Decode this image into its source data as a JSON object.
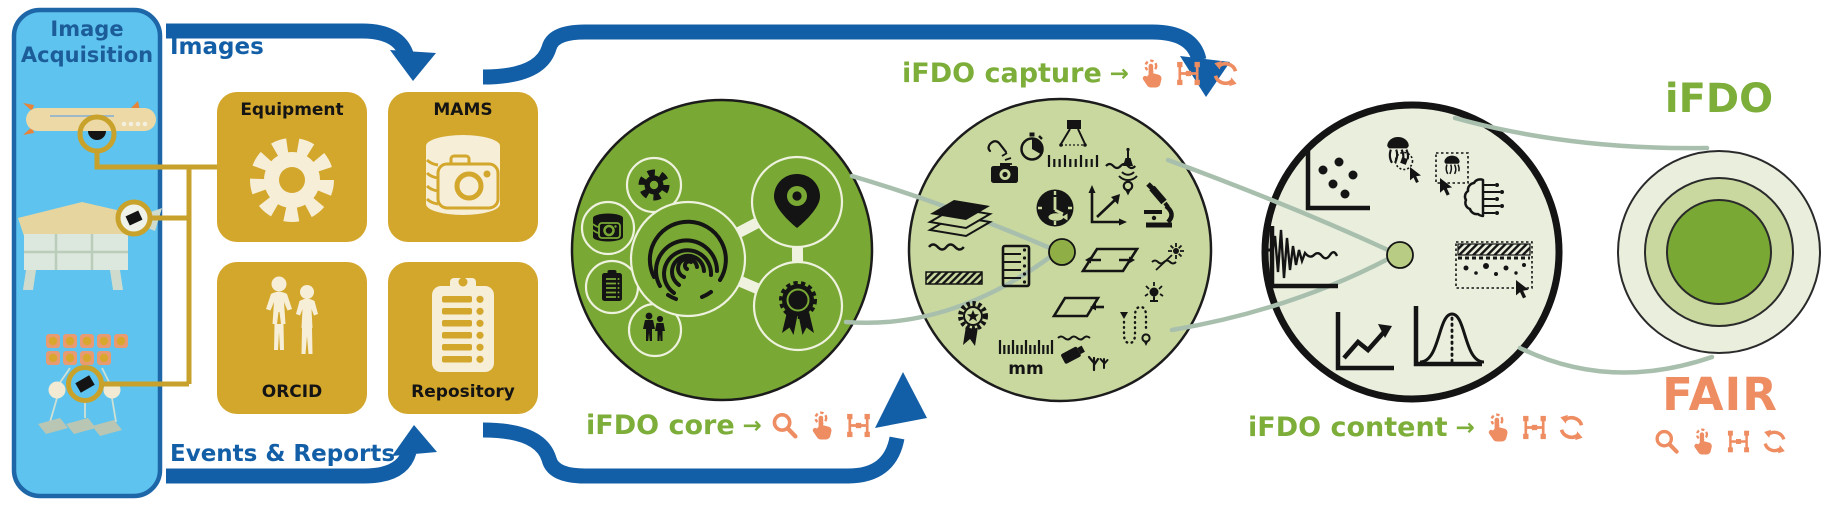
{
  "palette": {
    "panel_blue": "#5ec3ee",
    "blue": "#135fa7",
    "panel_border": "#1d66a8",
    "yellow": "#d3a62c",
    "cream": "#f6eed6",
    "green": "#79a834",
    "green_light": "#c9d89f",
    "green_pale": "#e9eedd",
    "label_green": "#7cae39",
    "orange": "#ee8c62",
    "sage": "#a8bfad",
    "ink": "#141414"
  },
  "panel": {
    "title": "Image Acquisition",
    "illustrations": [
      "auv",
      "lander",
      "camera-mooring"
    ]
  },
  "flows": {
    "images": "Images",
    "events_reports": "Events & Reports"
  },
  "boxes": {
    "equipment": "Equipment",
    "mams": "MAMS",
    "orcid": "ORCID",
    "repository": "Repository"
  },
  "stages": {
    "core": {
      "label": "iFDO core",
      "arrow": "→",
      "fair_icons": [
        "findable",
        "accessible",
        "interoperable"
      ]
    },
    "capture": {
      "label": "iFDO capture",
      "arrow": "→",
      "fair_icons": [
        "accessible",
        "interoperable",
        "reusable"
      ],
      "ruler_unit": "mm"
    },
    "content": {
      "label": "iFDO content",
      "arrow": "→",
      "fair_icons": [
        "accessible",
        "interoperable",
        "reusable"
      ]
    }
  },
  "result": {
    "title": "iFDO",
    "badge": "FAIR",
    "fair_icons": [
      "findable",
      "accessible",
      "interoperable",
      "reusable"
    ]
  },
  "icon_glossary": {
    "findable": "magnifier",
    "accessible": "tap-hand",
    "interoperable": "linked-nodes",
    "reusable": "recycle-arrows",
    "core_icons": [
      "fingerprint",
      "gear",
      "image-database",
      "clipboard",
      "people",
      "location-pin",
      "award"
    ],
    "capture_icons": [
      "tap-camera",
      "stopwatch",
      "camera-rig",
      "scale-ticks",
      "buoy-gps",
      "time-fish-clock",
      "axes",
      "microscope",
      "layer-stack",
      "waves",
      "seafloor-bar",
      "data-stack",
      "award-star",
      "image-footprint",
      "image-footprint-small",
      "sun-waves",
      "lamp",
      "survey-path",
      "underwater-camera",
      "mm-scale"
    ],
    "content_icons": [
      "scatter-plot",
      "jellyfish-annotation",
      "annotation-box-brain",
      "signal-plot",
      "trend-chart",
      "distribution-curve",
      "seafloor-sample-annotation"
    ]
  }
}
